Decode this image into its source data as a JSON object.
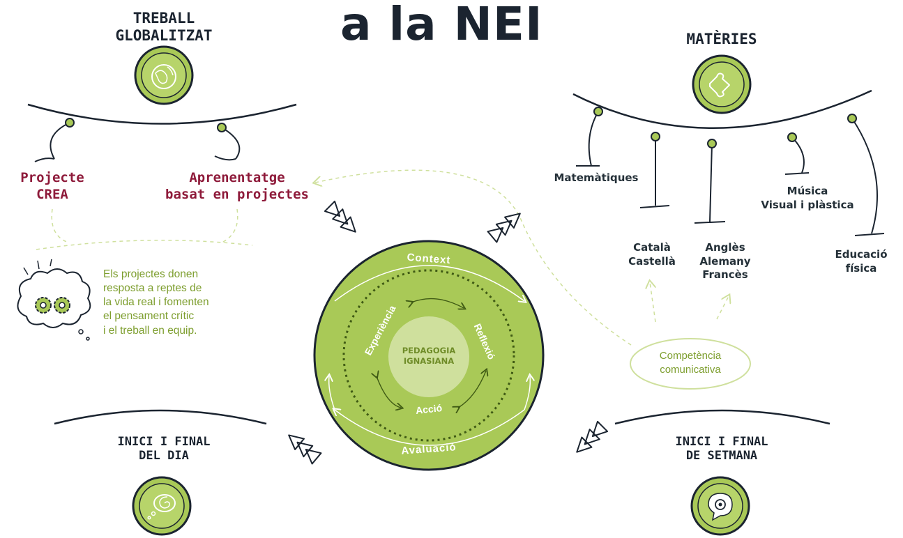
{
  "title": "a la NEI",
  "treball": {
    "heading_line1": "TREBALL",
    "heading_line2": "GLOBALITZAT",
    "item1_line1": "Projecte",
    "item1_line2": "CREA",
    "item2_line1": "Aprenentatge",
    "item2_line2": "basat en projectes",
    "note": [
      "Els projectes donen",
      "resposta a reptes de",
      "la vida real i fomenten",
      "el pensament crític",
      "i el treball en equip."
    ]
  },
  "materies": {
    "heading": "MATÈRIES",
    "subjects": {
      "matematiques": "Matemàtiques",
      "catala": "Català",
      "castella": "Castellà",
      "angles": "Anglès",
      "alemany": "Alemany",
      "frances": "Francès",
      "musica": "Música",
      "visual": "Visual i plàstica",
      "educacio": "Educació",
      "fisica": "física"
    },
    "competencia_line1": "Competència",
    "competencia_line2": "comunicativa"
  },
  "center": {
    "outer_top": "Context",
    "outer_bottom": "Avaluació",
    "inner_left": "Experiència",
    "inner_right": "Reflexió",
    "inner_bottom": "Acció",
    "core_line1": "PEDAGOGIA",
    "core_line2": "IGNASIANA"
  },
  "dia": {
    "line1": "INICI I FINAL",
    "line2": "DEL DIA"
  },
  "setmana": {
    "line1": "INICI I FINAL",
    "line2": "DE SETMANA"
  },
  "colors": {
    "lime": "#a9c957",
    "lime_dark": "#6f8c28",
    "navy": "#1b2430",
    "crimson": "#8e1a3a",
    "pale_green": "#cfe09d"
  },
  "icons": [
    "globe-icon",
    "puzzle-icon",
    "spiral-thought-icon",
    "chat-target-icon",
    "gears-thought-icon",
    "triple-arrow-icon"
  ]
}
